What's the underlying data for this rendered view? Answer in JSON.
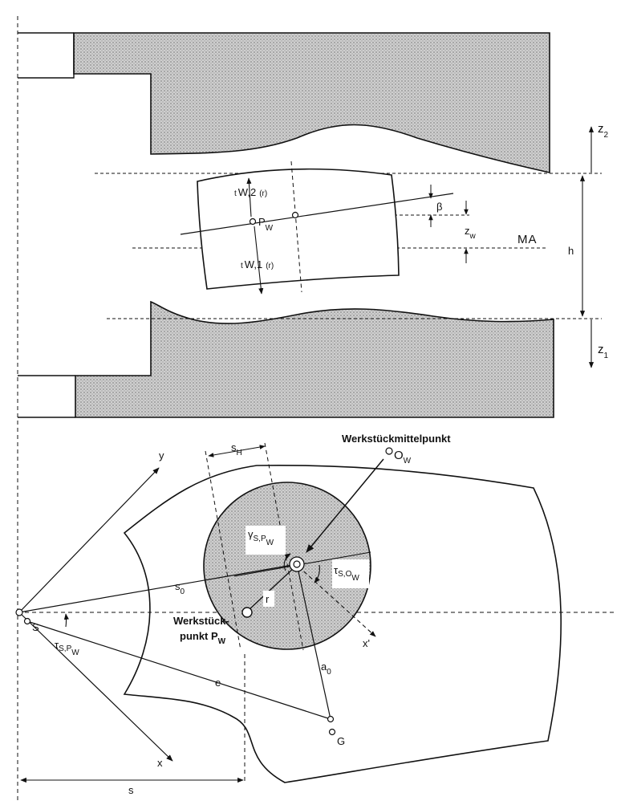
{
  "labels": {
    "z2": "z",
    "z2_sub": "2",
    "z1": "z",
    "z1_sub": "1",
    "h": "h",
    "beta": "β",
    "zw": "z",
    "zw_sub": "w",
    "ma": "MA",
    "pw": "P",
    "pw_sub": "W",
    "tw2": "t",
    "tw2_sub": "W,2",
    "tw2_r": "(r)",
    "tw1": "t",
    "tw1_sub": "W,1",
    "tw1_r": "(r)",
    "sh": "s",
    "sh_sub": "H",
    "werkstueckmittelpunkt": "Werkstückmittelpunkt",
    "ow": "O",
    "ow_sub": "W",
    "y": "y",
    "x": "x",
    "xprime": "x'",
    "gamma": "γ",
    "gamma_sub": "S,P",
    "gamma_sub2": "W",
    "tau_sow": "τ",
    "tau_sow_sub": "S,O",
    "tau_sow_sub2": "W",
    "s0": "s",
    "s0_sub": "0",
    "r": "r",
    "werkstueckpunkt_1": "Werkstück-",
    "werkstueckpunkt_2": "punkt P",
    "werkstueckpunkt_sub": "W",
    "s_point": "S",
    "tau_spw": "τ",
    "tau_spw_sub": "S,P",
    "tau_spw_sub2": "W",
    "e": "e",
    "a0": "a",
    "a0_sub": "0",
    "g": "G",
    "s": "s"
  },
  "colors": {
    "shade": "#c4c4c4",
    "line": "#111111"
  }
}
